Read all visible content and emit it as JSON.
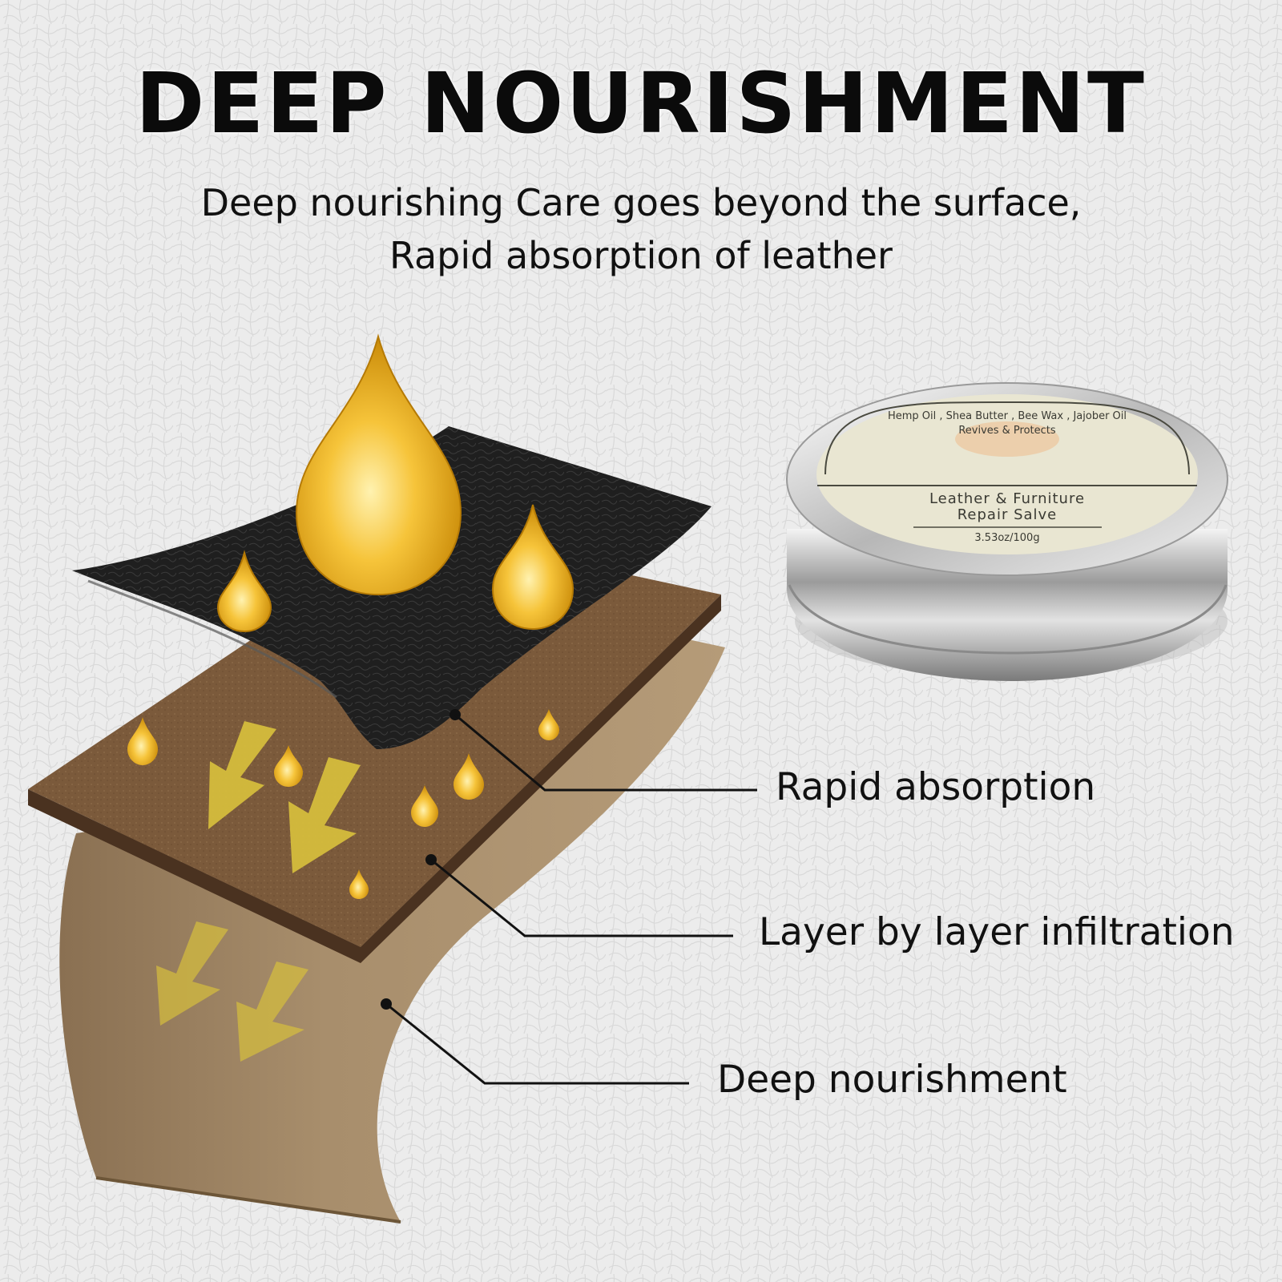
{
  "headline": "DEEP NOURISHMENT",
  "subtitle_lines": [
    "Deep nourishing Care goes beyond the surface,",
    "Rapid absorption of leather"
  ],
  "callouts": [
    {
      "label": "Rapid absorption"
    },
    {
      "label": "Layer by layer infiltration"
    },
    {
      "label": "Deep nourishment"
    }
  ],
  "product": {
    "arc_text": "Hemp Oil , Shea Butter , Bee Wax , Jajober Oil",
    "tagline": "Revives & Protects",
    "name_line1": "Leather & Furniture",
    "name_line2": "Repair Salve",
    "weight": "3.53oz/100g"
  },
  "colors": {
    "background": "#ececec",
    "oil_gold": "#f2b51c",
    "leather_black": "#1d1d1d",
    "felt_brown": "#7a5a3a",
    "base_tan": "#a38a6a",
    "arrow_yellow": "#d9c23a",
    "label_cream": "#e9e6d2",
    "tin_silver": "#c9c9c9"
  }
}
